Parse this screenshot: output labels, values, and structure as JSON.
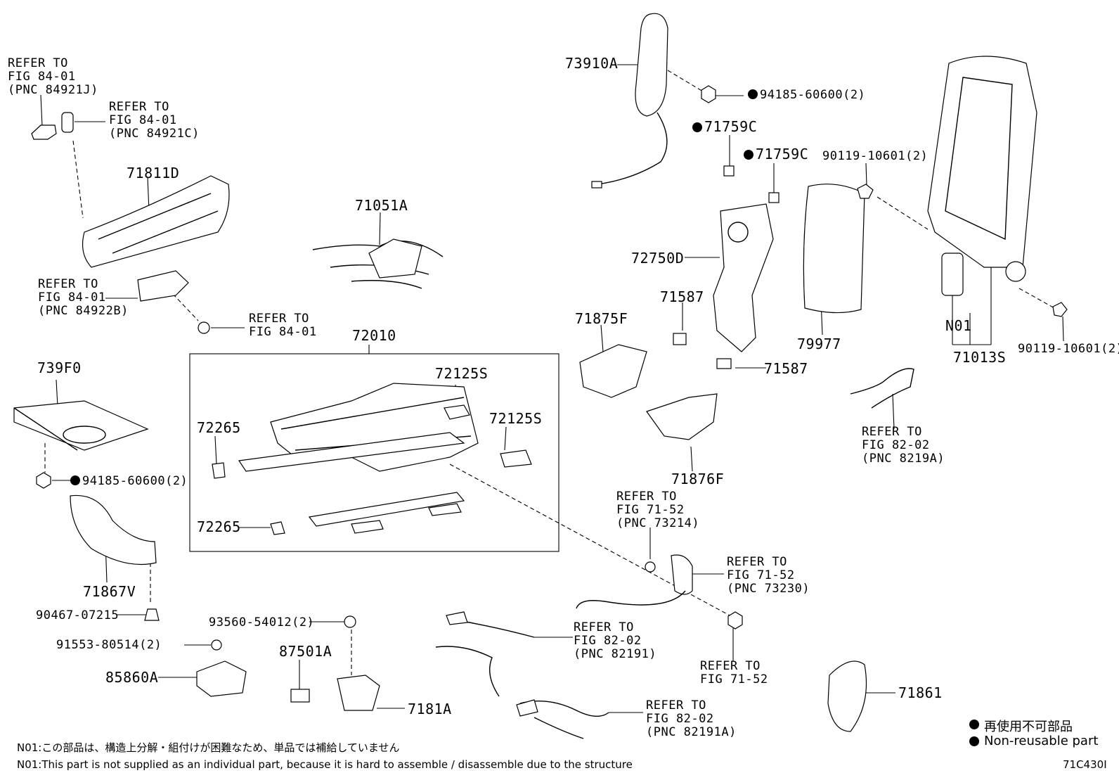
{
  "refs": {
    "r1": "REFER TO\nFIG 84-01\n(PNC 84921J)",
    "r2": "REFER TO\nFIG 84-01\n(PNC 84921C)",
    "r3": "REFER TO\nFIG 84-01\n(PNC 84922B)",
    "r4": "REFER TO\nFIG 84-01",
    "r5": "REFER TO\nFIG 82-02\n(PNC 8219A)",
    "r6": "REFER TO\nFIG 71-52\n(PNC 73214)",
    "r7": "REFER TO\nFIG 71-52\n(PNC 73230)",
    "r8": "REFER TO\nFIG 82-02\n(PNC 82191)",
    "r9": "REFER TO\nFIG 71-52",
    "r10": "REFER TO\nFIG 82-02\n(PNC 82191A)"
  },
  "parts": {
    "p73910A": "73910A",
    "p94185_top": "94185-60600(2)",
    "p71759C_a": "71759C",
    "p71759C_b": "71759C",
    "p90119_a": "90119-10601(2)",
    "p71811D": "71811D",
    "p71051A": "71051A",
    "p72750D": "72750D",
    "p71587_a": "71587",
    "p71587_b": "71587",
    "p79977": "79977",
    "pN01": "N01",
    "p71013S": "71013S",
    "p90119_b": "90119-10601(2)",
    "p72010": "72010",
    "p739F0": "739F0",
    "p72125S_a": "72125S",
    "p72125S_b": "72125S",
    "p72265_a": "72265",
    "p72265_b": "72265",
    "p71875F": "71875F",
    "p71876F": "71876F",
    "p94185_left": "94185-60600(2)",
    "p71867V": "71867V",
    "p90467": "90467-07215",
    "p93560": "93560-54012(2)",
    "p91553": "91553-80514(2)",
    "p87501A": "87501A",
    "p85860A": "85860A",
    "p7181A": "7181A",
    "p71861": "71861"
  },
  "notes": {
    "n01_jp": "N01:この部品は、構造上分解・組付けが困難なため、単品では補給していません",
    "n01_en": "N01:This part is not supplied as an individual part, because it is hard to assemble / disassemble due to the structure"
  },
  "legend": {
    "jp": "再使用不可部品",
    "en": "Non-reusable part"
  },
  "figure_code": "71C430I"
}
